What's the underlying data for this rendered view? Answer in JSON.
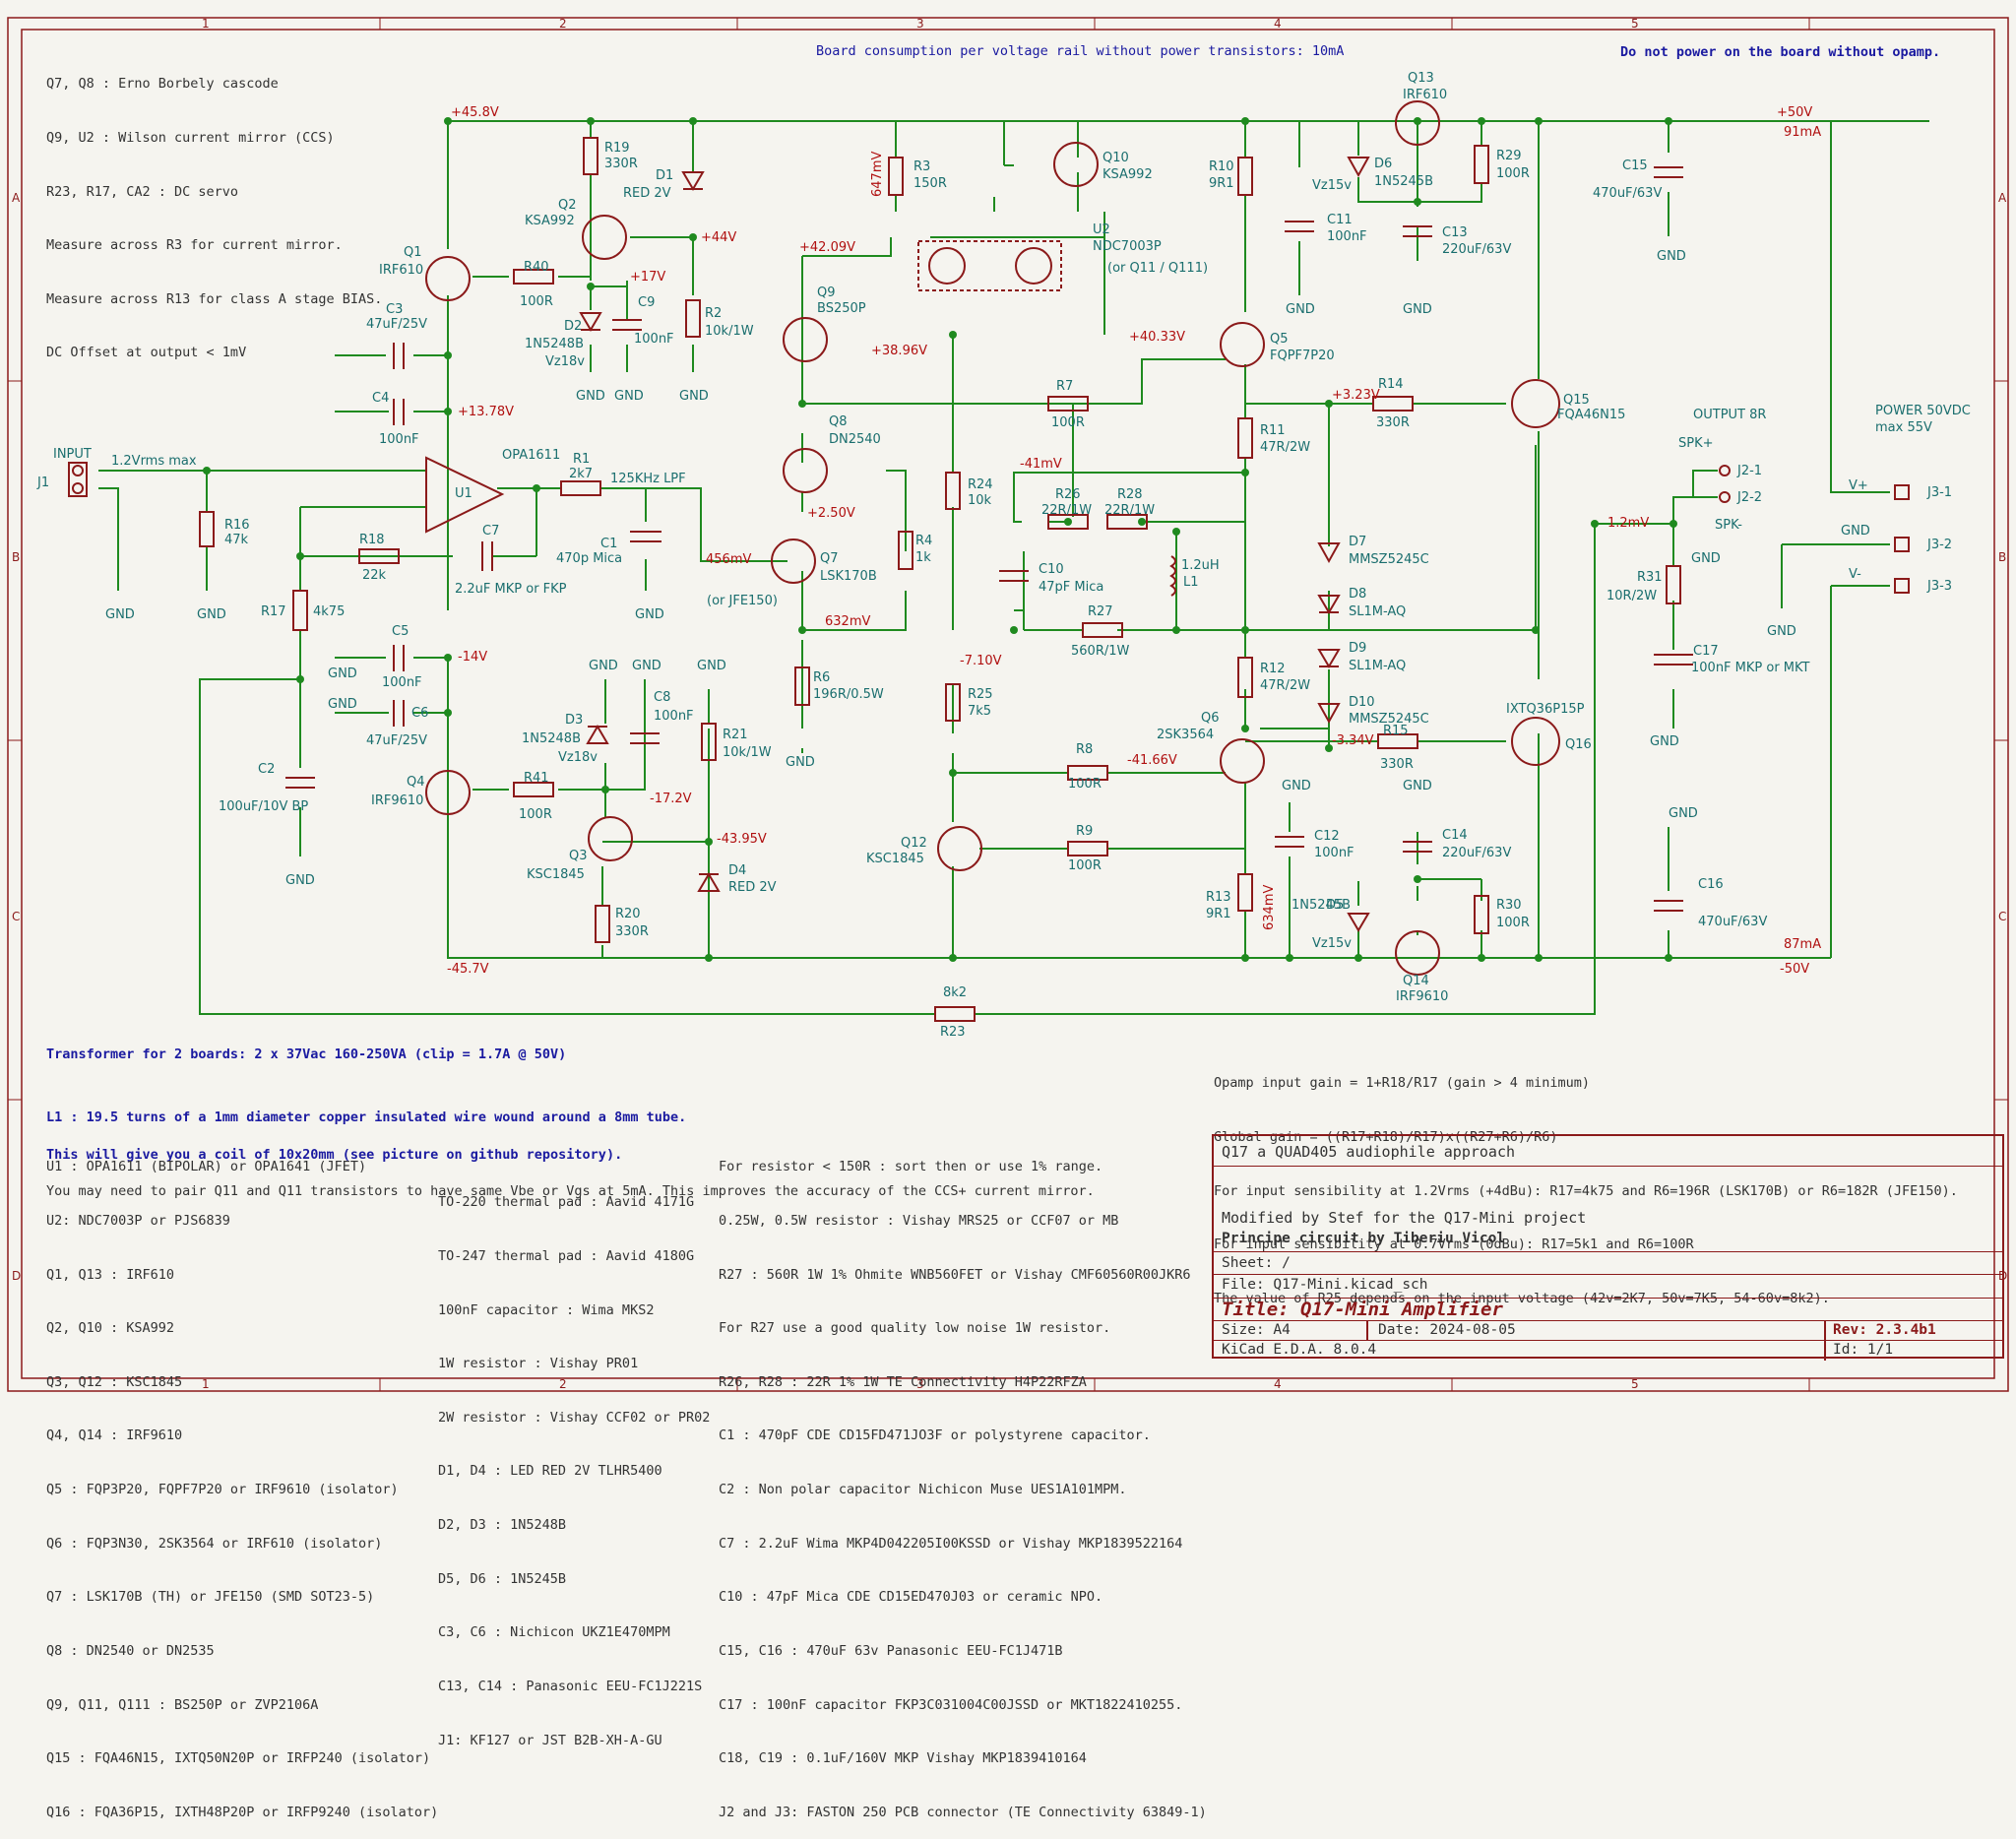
{
  "frame": {
    "columns": [
      "1",
      "2",
      "3",
      "4",
      "5"
    ],
    "rows": [
      "A",
      "B",
      "C",
      "D"
    ]
  },
  "header": {
    "consumption_note": "Board consumption per voltage rail without power transistors: 10mA",
    "warning": "Do not power on the board without opamp."
  },
  "notes_left": [
    "Q7, Q8 : Erno Borbely cascode",
    "Q9, U2 : Wilson current mirror (CCS)",
    "R23, R17, CA2 : DC servo",
    "Measure across R3 for current mirror.",
    "Measure across R13 for class A stage BIAS.",
    "DC Offset at output < 1mV"
  ],
  "transformer_notes": {
    "line1": "Transformer for 2 boards: 2 x 37Vac 160-250VA (clip = 1.7A @ 50V)",
    "line2": "L1 : 19.5 turns of a 1mm diameter copper insulated wire wound around a 8mm tube.",
    "line3": "This will give you a coil of 10x20mm (see picture on github repository).",
    "line4": "You may need to pair Q11 and Q11 transistors to have same Vbe or Vgs at 5mA. This improves the accuracy of the CCS+ current mirror."
  },
  "parts_col1": [
    "U1 : OPA1611 (BIPOLAR) or OPA1641 (JFET)",
    "U2: NDC7003P or PJS6839",
    "Q1, Q13 : IRF610",
    "Q2, Q10 : KSA992",
    "Q3, Q12 : KSC1845",
    "Q4, Q14 : IRF9610",
    "Q5 : FQP3P20, FQPF7P20 or IRF9610 (isolator)",
    "Q6 : FQP3N30, 2SK3564 or IRF610 (isolator)",
    "Q7 : LSK170B (TH) or JFE150 (SMD SOT23-5)",
    "Q8 : DN2540 or DN2535",
    "Q9, Q11, Q111 : BS250P or ZVP2106A",
    "Q15 : FQA46N15, IXTQ50N20P or IRFP240 (isolator)",
    "Q16 : FQA36P15, IXTH48P20P or IRFP9240 (isolator)"
  ],
  "parts_col2": [
    "TO-220 thermal pad : Aavid 4171G",
    "TO-247 thermal pad : Aavid 4180G",
    "100nF capacitor : Wima MKS2",
    "1W resistor : Vishay PR01",
    "2W resistor : Vishay CCF02 or PR02",
    "D1, D4 : LED RED 2V TLHR5400",
    "D2, D3 : 1N5248B",
    "D5, D6 : 1N5245B",
    "C3, C6 : Nichicon UKZ1E470MPM",
    "C13, C14 : Panasonic EEU-FC1J221S",
    "J1: KF127 or JST B2B-XH-A-GU"
  ],
  "parts_col3": [
    "For resistor < 150R : sort then or use 1% range.",
    "0.25W, 0.5W resistor : Vishay MRS25 or CCF07 or MB",
    "R27 : 560R 1W 1% Ohmite WNB560FET or Vishay CMF60560R00JKR6",
    "For R27 use a good quality low noise 1W resistor.",
    "R26, R28 : 22R 1% 1W TE Connectivity H4P22RFZA",
    "C1 : 470pF CDE CD15FD471JO3F or polystyrene capacitor.",
    "C2 : Non polar capacitor Nichicon Muse UES1A101MPM.",
    "C7 : 2.2uF Wima MKP4D042205I00KSSD or Vishay MKP1839522164",
    "C10 : 47pF Mica CDE CD15ED470J03 or ceramic NPO.",
    "C15, C16 : 470uF 63v Panasonic EEU-FC1J471B",
    "C17 : 100nF capacitor FKP3C031004C00JSSD or MKT1822410255.",
    "C18, C19 : 0.1uF/160V MKP Vishay MKP1839410164",
    "J2 and J3: FASTON 250 PCB connector (TE Connectivity 63849-1)"
  ],
  "formulas": [
    "Opamp input gain = 1+R18/R17 (gain > 4 minimum)",
    "Global gain = ((R17+R18)/R17)x((R27+R6)/R6)",
    "For input sensibility at 1.2Vrms (+4dBu): R17=4k75 and R6=196R (LSK170B) or R6=182R (JFE150).",
    "For input sensibility at 0.7Vrms (0dBu): R17=5k1 and R6=100R",
    "The value of R25 depends on the input voltage (42v=2K7, 50v=7K5, 54-60v=8k2)."
  ],
  "title_block": {
    "project": "Q17 a QUAD405 audiophile approach",
    "modified": "Modified by Stef for the Q17-Mini project",
    "principle": "Principe circuit by Tiberiu Vicol",
    "sheet": "Sheet: /",
    "file": "File: Q17-Mini.kicad_sch",
    "title_label": "Title:",
    "title": "Q17-Mini Amplifier",
    "size": "Size: A4",
    "date": "Date: 2024-08-05",
    "rev": "Rev: 2.3.4b1",
    "kicad": "KiCad E.D.A. 8.0.4",
    "id": "Id: 1/1"
  },
  "voltages": {
    "pos_rail_left": "+45.8V",
    "neg_rail_left": "-45.7V",
    "pos_rail_right": "+50V",
    "neg_rail_right": "-50V",
    "pos_current": "91mA",
    "neg_current": "87mA",
    "v44": "+44V",
    "v17": "+17V",
    "v1378": "+13.78V",
    "vm14": "-14V",
    "vm172": "-17.2V",
    "vm4395": "-43.95V",
    "v4209": "+42.09V",
    "v3896": "+38.96V",
    "v4033": "+40.33V",
    "v250": "+2.50V",
    "v456": "456mV",
    "v632": "632mV",
    "vm41": "-41mV",
    "vm710": "-7.10V",
    "vm4166": "-41.66V",
    "v323": "+3.23V",
    "vm334": "-3.34V",
    "v12": "1.2mV",
    "v647": "647mV",
    "v634": "634mV"
  },
  "components": {
    "J1": "J1",
    "INPUT": "INPUT",
    "input_level": "1.2Vrms max",
    "R16": "R16",
    "R16v": "47k",
    "U1": "U1",
    "U1v": "OPA1611",
    "R1": "R1",
    "R1v": "2k7",
    "lpf": "125KHz LPF",
    "C1": "C1",
    "C1v": "470p Mica",
    "R18": "R18",
    "R18v": "22k",
    "C7": "C7",
    "C7v": "2.2uF MKP or FKP",
    "R17": "R17",
    "R17v": "4k75",
    "C2": "C2",
    "C2v": "100uF/10V BP",
    "C3": "C3",
    "C3v": "47uF/25V",
    "C4": "C4",
    "C4v": "100nF",
    "C5": "C5",
    "C5v": "100nF",
    "C6": "C6",
    "C6v": "47uF/25V",
    "Q1": "Q1",
    "Q1v": "IRF610",
    "Q4": "Q4",
    "Q4v": "IRF9610",
    "R19": "R19",
    "R19v": "330R",
    "Q2": "Q2",
    "Q2v": "KSA992",
    "R40": "R40",
    "R40v": "100R",
    "D2": "D2",
    "D2v": "1N5248B",
    "D2z": "Vz18v",
    "C9": "C9",
    "C9v": "100nF",
    "D1": "D1",
    "D1v": "RED 2V",
    "R2": "R2",
    "R2v": "10k/1W",
    "R41": "R41",
    "R41v": "100R",
    "D3": "D3",
    "D3v": "1N5248B",
    "D3z": "Vz18v",
    "C8": "C8",
    "C8v": "100nF",
    "R21": "R21",
    "R21v": "10k/1W",
    "Q3": "Q3",
    "Q3v": "KSC1845",
    "R20": "R20",
    "R20v": "330R",
    "D4": "D4",
    "D4v": "RED 2V",
    "Q9": "Q9",
    "Q9v": "BS250P",
    "U2": "U2",
    "U2v": "NDC7003P",
    "U2alt": "(or Q11 / Q111)",
    "R3": "R3",
    "R3v": "150R",
    "Q10": "Q10",
    "Q10v": "KSA992",
    "Q8": "Q8",
    "Q8v": "DN2540",
    "Q7": "Q7",
    "Q7v": "LSK170B",
    "Q7alt": "(or JFE150)",
    "R4": "R4",
    "R4v": "1k",
    "R6": "R6",
    "R6v": "196R/0.5W",
    "R7": "R7",
    "R7v": "100R",
    "R24": "R24",
    "R24v": "10k",
    "R25": "R25",
    "R25v": "7k5",
    "Q12": "Q12",
    "Q12v": "KSC1845",
    "R8": "R8",
    "R8v": "100R",
    "R9": "R9",
    "R9v": "100R",
    "R26": "R26",
    "R26v": "22R/1W",
    "R28": "R28",
    "R28v": "22R/1W",
    "C10": "C10",
    "C10v": "47pF Mica",
    "L1": "L1",
    "L1v": "1.2uH",
    "R27": "R27",
    "R27v": "560R/1W",
    "R10": "R10",
    "R10v": "9R1",
    "Q5": "Q5",
    "Q5v": "FQPF7P20",
    "R11": "R11",
    "R11v": "47R/2W",
    "D7": "D7",
    "D7v": "MMSZ5245C",
    "D8": "D8",
    "D8v": "SL1M-AQ",
    "D9": "D9",
    "D9v": "SL1M-AQ",
    "D10": "D10",
    "D10v": "MMSZ5245C",
    "R12": "R12",
    "R12v": "47R/2W",
    "Q6": "Q6",
    "Q6v": "2SK3564",
    "R13": "R13",
    "R13v": "9R1",
    "Q13": "Q13",
    "Q13v": "IRF610",
    "D6": "D6",
    "D6v": "1N5245B",
    "D6z": "Vz15v",
    "C11": "C11",
    "C11v": "100nF",
    "R29": "R29",
    "R29v": "100R",
    "C13": "C13",
    "C13v": "220uF/63V",
    "C12": "C12",
    "C12v": "100nF",
    "C14": "C14",
    "C14v": "220uF/63V",
    "D5": "D5",
    "D5v": "1N5245B",
    "D5z": "Vz15v",
    "R30": "R30",
    "R30v": "100R",
    "Q14": "Q14",
    "Q14v": "IRF9610",
    "R14": "R14",
    "R14v": "330R",
    "R15": "R15",
    "R15v": "330R",
    "Q15": "Q15",
    "Q15v": "FQA46N15",
    "Q16": "Q16",
    "Q16v": "IXTQ36P15P",
    "C15": "C15",
    "C15v": "470uF/63V",
    "C16": "C16",
    "C16v": "470uF/63V",
    "R31": "R31",
    "R31v": "10R/2W",
    "C17": "C17",
    "C17v": "100nF MKP or MKT",
    "R23": "R23",
    "R23v": "8k2",
    "OUTPUT": "OUTPUT 8R",
    "J2_1": "J2-1",
    "J2_2": "J2-2",
    "SPKp": "SPK+",
    "SPKm": "SPK-",
    "POWER": "POWER 50VDC",
    "POWERmax": "max 55V",
    "J3_1": "J3-1",
    "J3_2": "J3-2",
    "J3_3": "J3-3",
    "Vp": "V+",
    "Vm": "V-",
    "GND": "GND"
  },
  "colors": {
    "wire": "#1f8a1f",
    "component": "#8b1a1a",
    "ref": "#1a6e6e",
    "net": "#b01010",
    "note": "#1a1aa0"
  }
}
